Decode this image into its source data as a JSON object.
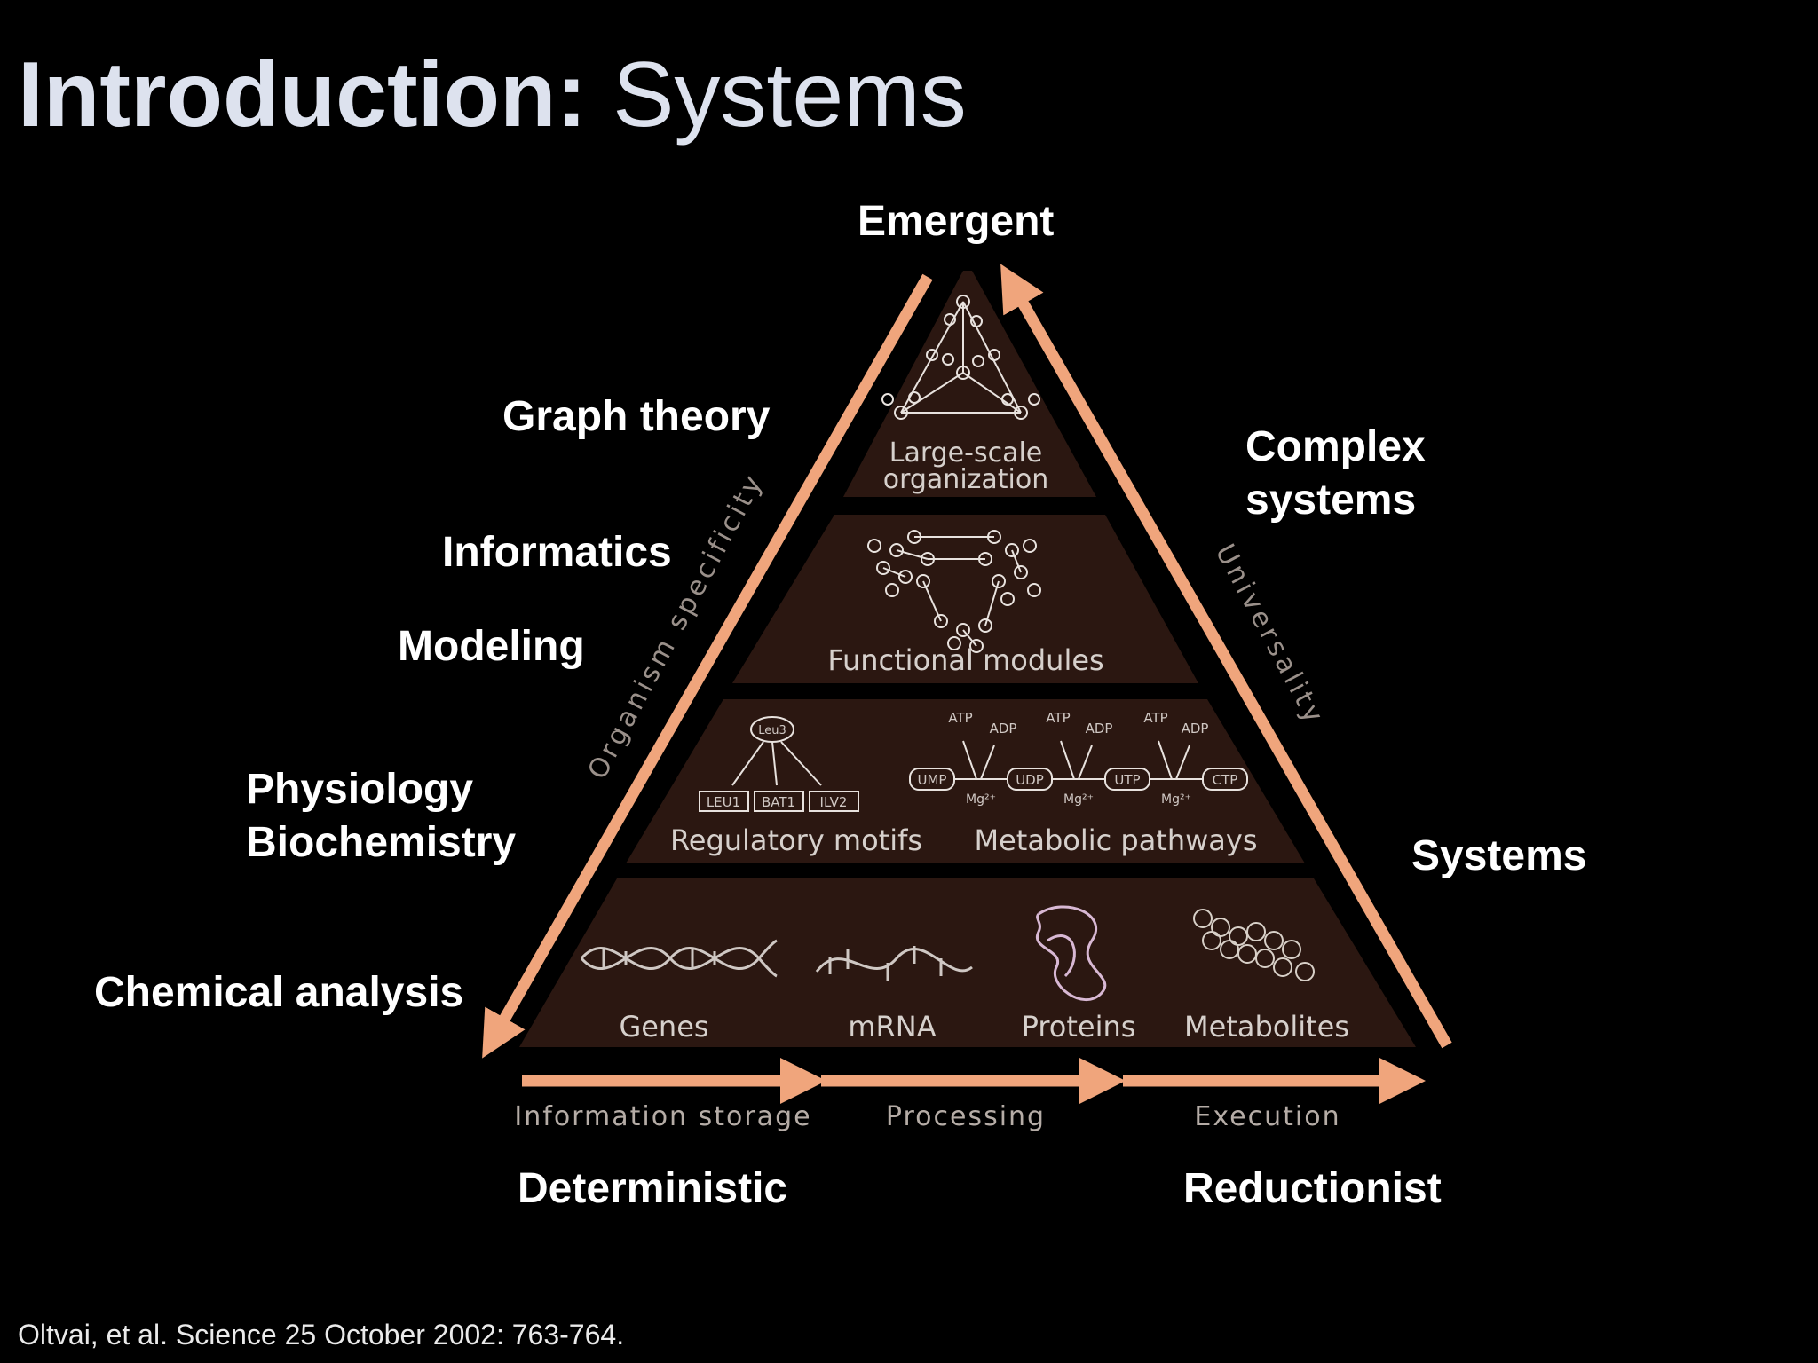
{
  "slide": {
    "title_bold": "Introduction:",
    "title_light": " Systems",
    "citation": "Oltvai, et al. Science 25 October 2002: 763-764."
  },
  "labels": {
    "emergent": "Emergent",
    "graph_theory": "Graph theory",
    "informatics": "Informatics",
    "modeling": "Modeling",
    "physiology": "Physiology",
    "biochemistry": "Biochemistry",
    "chemical_analysis": "Chemical analysis",
    "complex_systems_1": "Complex",
    "complex_systems_2": "systems",
    "systems": "Systems",
    "deterministic": "Deterministic",
    "reductionist": "Reductionist"
  },
  "pyramid": {
    "tier1_line1": "Large-scale",
    "tier1_line2": "organization",
    "tier2": "Functional modules",
    "tier3_left": "Regulatory motifs",
    "tier3_right": "Metabolic pathways",
    "genes": "Genes",
    "mrna": "mRNA",
    "proteins": "Proteins",
    "metabolites": "Metabolites",
    "left_edge": "Organism specificity",
    "right_edge": "Universality",
    "flow_1": "Information storage",
    "flow_2": "Processing",
    "flow_3": "Execution",
    "motif_top": "Leu3",
    "motif_genes": [
      "LEU1",
      "BAT1",
      "ILV2"
    ],
    "pathway_nodes": [
      "UMP",
      "UDP",
      "UTP",
      "CTP"
    ],
    "atp": "ATP",
    "adp": "ADP",
    "mg": "Mg²⁺"
  },
  "colors": {
    "background": "#000000",
    "pyramid_fill": "#2b1711",
    "arrow": "#f0a57c",
    "title": "#dde2ee"
  }
}
